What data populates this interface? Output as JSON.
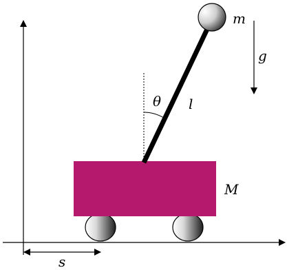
{
  "labels": {
    "pendulum_mass": "m",
    "gravity": "g",
    "angle": "θ",
    "pendulum_length": "l",
    "cart_mass": "M",
    "cart_position": "s"
  },
  "colors": {
    "cart": "#b5196d",
    "stroke": "#000000",
    "wheel_dark": "#222222",
    "wheel_light": "#f5f5f5"
  },
  "icons": {
    "gravity_arrow": "arrow-down-icon",
    "position_arrow": "double-arrow-horizontal-icon"
  }
}
